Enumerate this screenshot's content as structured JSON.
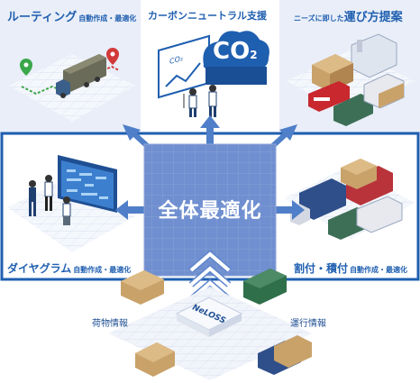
{
  "center": {
    "label": "全体最適化"
  },
  "panels": {
    "routing": {
      "title": "ルーティング",
      "sub": "自動作成・最適化"
    },
    "carbon": {
      "title": "カーボンニュートラル支援",
      "co2": "CO",
      "co2_sub": "2",
      "board_text": "CO₂"
    },
    "needs": {
      "title_prefix": "ニーズに即した",
      "title_main": "運び方提案"
    },
    "diagram": {
      "title": "ダイヤグラム",
      "sub": "自動作成・最適化"
    },
    "loading": {
      "title": "割付・積付",
      "sub": "自動作成・最適化"
    }
  },
  "bottom": {
    "cargo_label": "荷物情報",
    "operation_label": "運行情報",
    "platform_label": "NeLOSS"
  },
  "colors": {
    "frame": "#1f5fb0",
    "center_fill": "#6f8fd0",
    "arrow": "#4f7fc8",
    "title": "#1f5fb0",
    "truck_green": "#2f6f4a",
    "cardboard": "#c9a26a"
  },
  "icons": [
    "map-pin-icon",
    "truck-icon",
    "co2-cloud-icon",
    "warehouse-icon",
    "train-icon",
    "schedule-board-icon",
    "chevron-up-icon"
  ]
}
